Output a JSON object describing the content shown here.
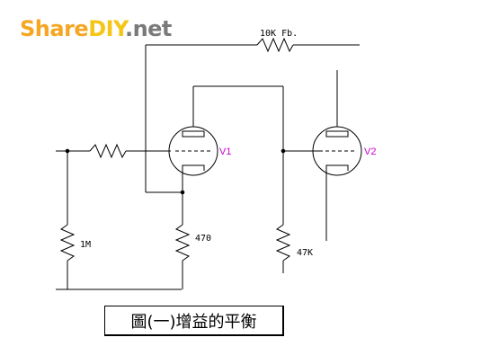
{
  "logo": {
    "part1": "Share",
    "part2": "DIY",
    "part3": ".net",
    "color1": "#f5a623",
    "color2": "#f5c518",
    "color3": "#7a7a7a"
  },
  "labels": {
    "feedback": "10K Fb.",
    "grid_resistor": "1M",
    "cathode_resistor": "470",
    "v2_resistor": "47K",
    "tube1": "V1",
    "tube2": "V2",
    "tube_label_color": "#cc00cc"
  },
  "caption": "圖(一)增益的平衡"
}
